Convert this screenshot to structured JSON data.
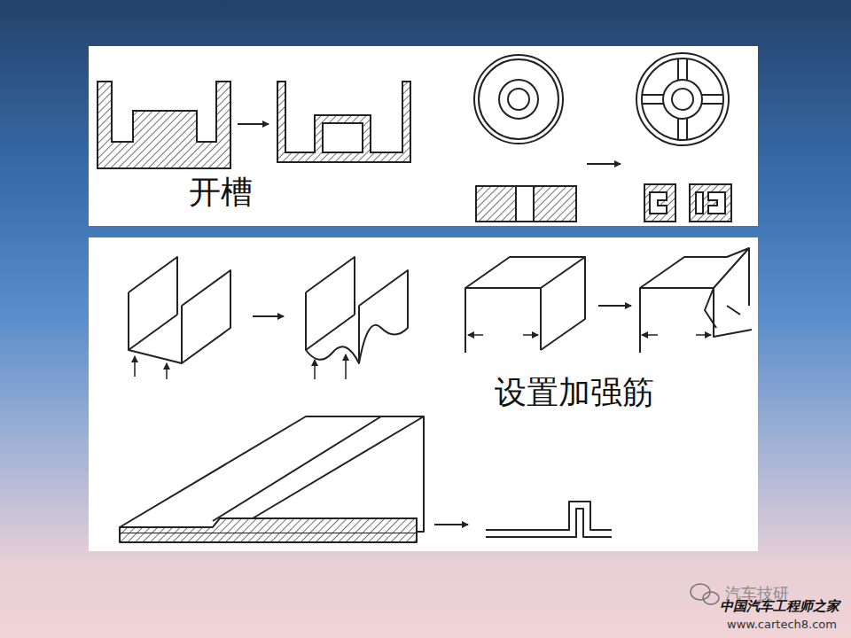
{
  "diagram": {
    "labels": [
      "开槽",
      "设置加强筋",
      "汽车技研",
      "中国汽车工程师之家",
      "www.cartech8.com"
    ]
  }
}
